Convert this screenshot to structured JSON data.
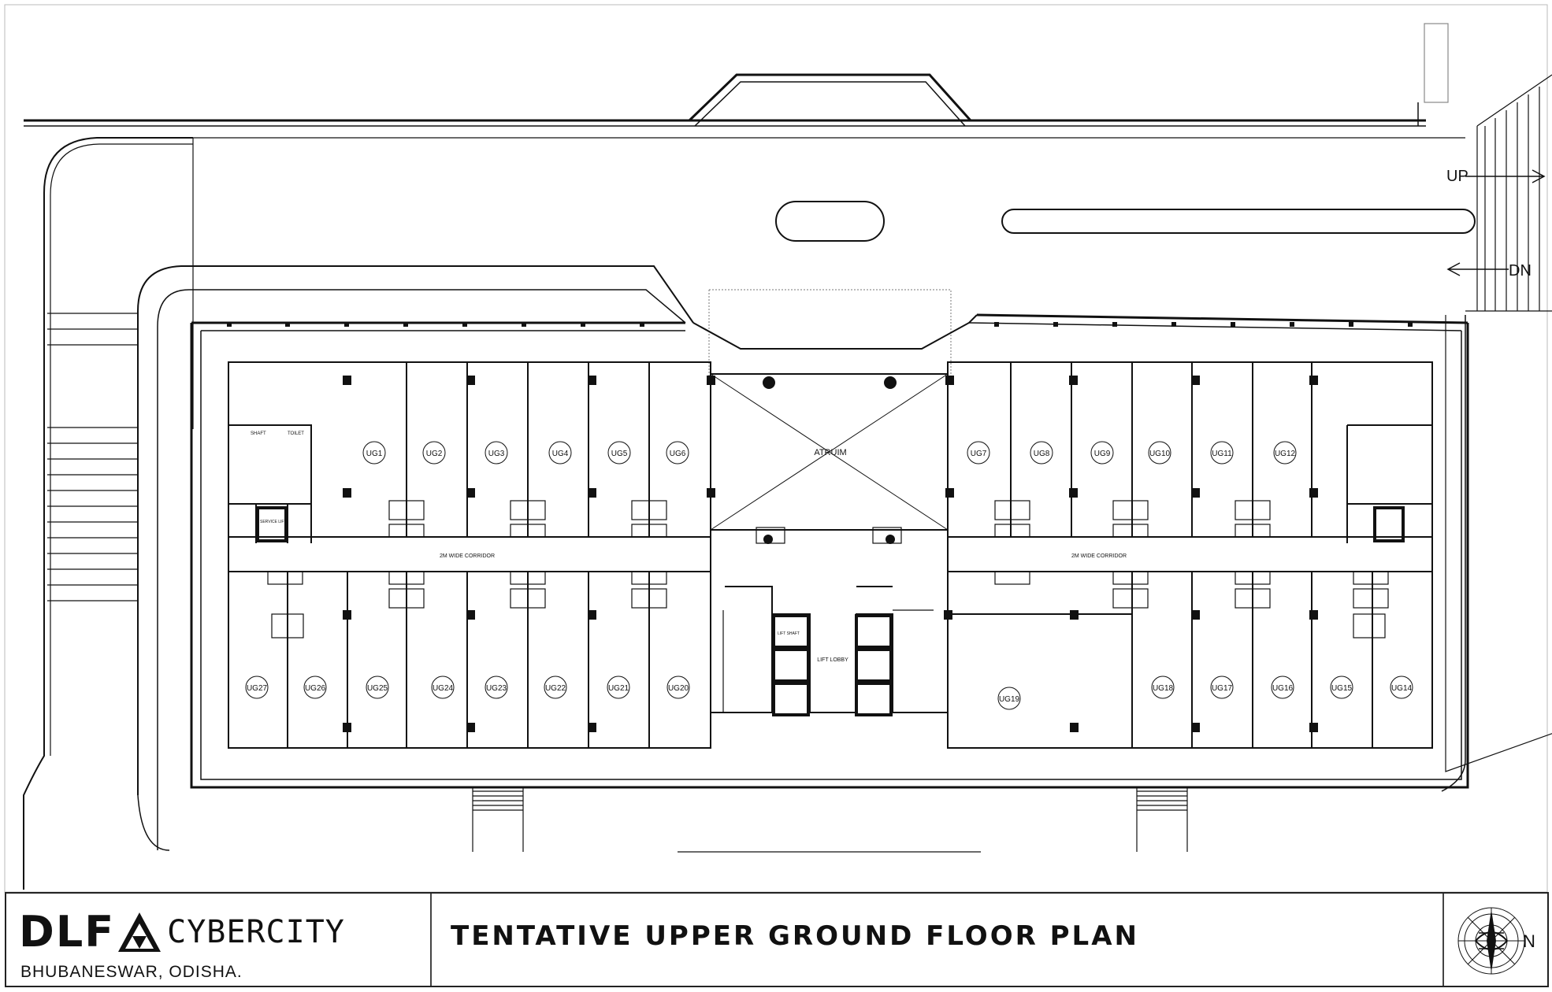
{
  "plan": {
    "atrium_label": "ATRUIM",
    "corridor_label_left": "2M WIDE CORRIDOR",
    "corridor_label_right": "2M WIDE CORRIDOR",
    "lift_lobby_label": "LIFT LOBBY",
    "up_label": "UP",
    "dn_label": "DN",
    "top_units": [
      "UG1",
      "UG2",
      "UG3",
      "UG4",
      "UG5",
      "UG6",
      "UG7",
      "UG8",
      "UG9",
      "UG10",
      "UG11",
      "UG12"
    ],
    "bottom_units": [
      "UG27",
      "UG26",
      "UG25",
      "UG24",
      "UG23",
      "UG22",
      "UG21",
      "UG20",
      "UG19",
      "UG18",
      "UG17",
      "UG16",
      "UG15",
      "UG14"
    ],
    "small_labels": {
      "toilet": "TOILET",
      "shaft": "SHAFT",
      "service_lift": "SERVICE LIFT",
      "lift_shaft": "LIFT SHAFT"
    }
  },
  "titleblock": {
    "brand_letters": "DLF",
    "brand_word": "CYBERCITY",
    "location": "BHUBANESWAR, ODISHA.",
    "drawing_title": "TENTATIVE UPPER GROUND FLOOR PLAN",
    "north": "N"
  },
  "colors": {
    "ink": "#111111",
    "paper": "#ffffff"
  }
}
